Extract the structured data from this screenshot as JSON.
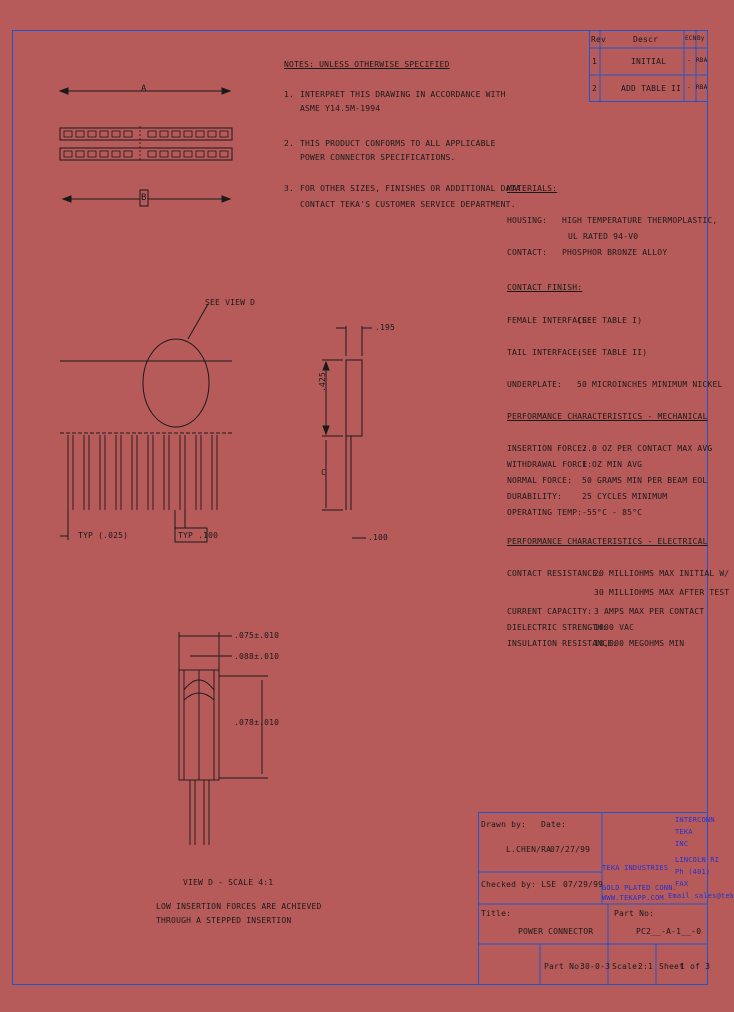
{
  "revision_table": {
    "header": {
      "rev": "Rev",
      "desc": "Descr",
      "ec": "ECN",
      "by": "By"
    },
    "rows": [
      {
        "rev": "1",
        "desc": "INITIAL",
        "ec": "-",
        "by": "RBA"
      },
      {
        "rev": "2",
        "desc": "ADD TABLE II",
        "ec": "-",
        "by": "RBA"
      }
    ]
  },
  "notes": {
    "title": "NOTES: UNLESS OTHERWISE SPECIFIED",
    "items": [
      {
        "num": "1.",
        "line1": "INTERPRET THIS DRAWING IN ACCORDANCE WITH",
        "line2": "ASME Y14.5M-1994"
      },
      {
        "num": "2.",
        "line1": "THIS PRODUCT CONFORMS TO ALL APPLICABLE",
        "line2": "POWER CONNECTOR SPECIFICATIONS."
      },
      {
        "num": "3.",
        "line1": "FOR OTHER SIZES, FINISHES OR ADDITIONAL DATA",
        "line2": "CONTACT TEKA'S CUSTOMER SERVICE DEPARTMENT."
      }
    ]
  },
  "dimensions": {
    "a": "A",
    "b": "B",
    "see_view": "SEE VIEW D",
    "dim_195": ".195",
    "dim_425": ".425",
    "dim_c": "C",
    "typ_025": "TYP (.025)",
    "typ_100": "TYP .100",
    "dim_100": ".100",
    "dia1": ".075±.010",
    "dia2": ".088±.010",
    "dia3": ".078±.010"
  },
  "view_d": {
    "caption": "VIEW D - SCALE 4:1",
    "note_line1": "LOW INSERTION FORCES ARE ACHIEVED",
    "note_line2": "THROUGH A STEPPED INSERTION"
  },
  "materials": {
    "title": "MATERIALS:",
    "housing_label": "HOUSING:",
    "housing_line1": "HIGH TEMPERATURE THERMOPLASTIC,",
    "housing_line2": "UL RATED 94-V0",
    "contact_label": "CONTACT:",
    "contact_value": "PHOSPHOR BRONZE ALLOY"
  },
  "finish": {
    "title": "CONTACT FINISH:",
    "female_label": "FEMALE INTERFACE:",
    "female_value": "(SEE TABLE I)",
    "tail_label": "TAIL INTERFACE:",
    "tail_value": "(SEE TABLE II)",
    "under_label": "UNDERPLATE:",
    "under_value": "50 MICROINCHES MINIMUM NICKEL"
  },
  "mech": {
    "title": "PERFORMANCE CHARACTERISTICS - MECHANICAL",
    "rows": [
      {
        "label": "INSERTION FORCE:",
        "value": "2.0 OZ PER CONTACT MAX AVG"
      },
      {
        "label": "WITHDRAWAL FORCE:",
        "value": "1 OZ MIN AVG"
      },
      {
        "label": "NORMAL FORCE:",
        "value": "50 GRAMS MIN PER BEAM EOL"
      },
      {
        "label": "DURABILITY:",
        "value": "25 CYCLES MINIMUM"
      },
      {
        "label": "OPERATING TEMP:",
        "value": "-55°C - 85°C"
      }
    ]
  },
  "elec": {
    "title": "PERFORMANCE CHARACTERISTICS - ELECTRICAL",
    "rows": [
      {
        "label": "CONTACT RESISTANCE:",
        "value": "20 MILLIOHMS MAX INITIAL W/"
      },
      {
        "label": "",
        "value": "30 MILLIOHMS MAX AFTER TEST"
      },
      {
        "label": "CURRENT CAPACITY:",
        "value": "3 AMPS MAX PER CONTACT"
      },
      {
        "label": "DIELECTRIC STRENGTH:",
        "value": "1000 VAC"
      },
      {
        "label": "INSULATION RESISTANCE:",
        "value": "10,000 MEGOHMS MIN"
      }
    ]
  },
  "title_block": {
    "drawn_by_label": "Drawn by:",
    "date_label": "Date:",
    "drawn_by": "L.CHEN/RA",
    "drawn_date": "07/27/99",
    "checked_label": "Checked by: LSE",
    "checked_date": "07/29/99",
    "company_l1": "TEKA INDUSTRIES",
    "company_l2": "GOLD PLATED CONN.",
    "company_l3": "WWW.TEKAPP.COM",
    "right_l1": "INTERCONN",
    "right_l2": "TEKA",
    "right_l3": "INC",
    "right_l4": "LINCOLN RI",
    "right_l5": "Ph (401)",
    "right_l6": "FAX",
    "right_l7": "Email sales@tek",
    "title_label": "Title:",
    "title": "POWER CONNECTOR",
    "part_label": "Part No:",
    "part": "PC2__-A-1__-0",
    "partno_label": "Part No:",
    "partno": "30-0-3",
    "scale_label": "Scale:",
    "scale": "2:1",
    "sheet_label": "Sheet",
    "sheet": "1 of 3"
  },
  "colors": {
    "background": "#b75a5a",
    "frame": "#2255cc",
    "ink": "#1a1a1a",
    "highlight": "#2233cc"
  }
}
